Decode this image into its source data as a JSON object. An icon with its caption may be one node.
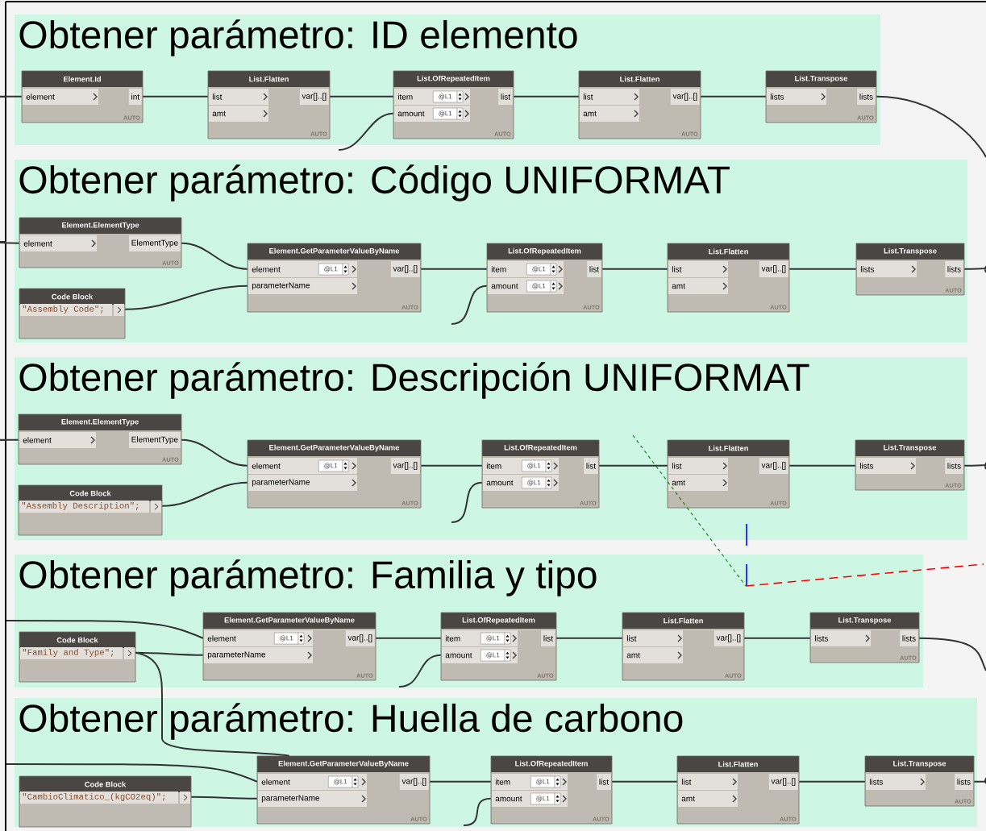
{
  "diagram": {
    "nodes": [
      {
        "text": [
          "Obtener parámetro: ID elemento"
        ]
      },
      {
        "text": [
          "Element.Id",
          "element",
          "int",
          "AUTO"
        ],
        "in": 0
      },
      {
        "text": [
          "List.Flatten",
          "list",
          "var[]..[]",
          "amt",
          "AUTO"
        ],
        "in": 0
      },
      {
        "text": [
          "List.OfRepeatedItem",
          "item",
          "@L1",
          "list",
          "amount",
          "@L1",
          "AUTO"
        ],
        "in": 0
      },
      {
        "text": [
          "List.Flatten",
          "list",
          "var[]..[]",
          "amt",
          "AUTO"
        ],
        "in": 0
      },
      {
        "text": [
          "List.Transpose",
          "lists",
          "lists",
          "AUTO"
        ],
        "in": 0
      },
      {
        "text": [
          "Obtener parámetro: Código UNIFORMAT"
        ]
      },
      {
        "text": [
          "Element.ElementType",
          "element",
          "ElementType",
          "AUTO"
        ],
        "in": 6
      },
      {
        "text": [
          "Code Block",
          "\"Assembly Code\";"
        ],
        "in": 6
      },
      {
        "text": [
          "Element.GetParameterValueByName",
          "element",
          "@L1",
          "var[]..[]",
          "parameterName",
          "AUTO"
        ],
        "in": 6
      },
      {
        "text": [
          "List.OfRepeatedItem",
          "item",
          "@L1",
          "list",
          "amount",
          "@L1",
          "AUTO"
        ],
        "in": 6
      },
      {
        "text": [
          "List.Flatten",
          "list",
          "var[]..[]",
          "amt",
          "AUTO"
        ],
        "in": 6
      },
      {
        "text": [
          "List.Transpose",
          "lists",
          "lists",
          "AUTO"
        ],
        "in": 6
      },
      {
        "text": [
          "Obtener parámetro: Descripción UNIFORMAT"
        ]
      },
      {
        "text": [
          "Element.ElementType",
          "element",
          "ElementType",
          "AUTO"
        ],
        "in": 13
      },
      {
        "text": [
          "Code Block",
          "\"Assembly Description\";"
        ],
        "in": 13
      },
      {
        "text": [
          "Element.GetParameterValueByName",
          "element",
          "@L1",
          "var[]..[]",
          "parameterName",
          "AUTO"
        ],
        "in": 13
      },
      {
        "text": [
          "List.OfRepeatedItem",
          "item",
          "@L1",
          "list",
          "amount",
          "@L1",
          "AUTO"
        ],
        "in": 13
      },
      {
        "text": [
          "List.Flatten",
          "list",
          "var[]..[]",
          "amt",
          "AUTO"
        ],
        "in": 13
      },
      {
        "text": [
          "List.Transpose",
          "lists",
          "lists",
          "AUTO"
        ],
        "in": 13
      },
      {
        "text": [
          "Obtener parámetro: Familia y tipo"
        ]
      },
      {
        "text": [
          "Code Block",
          "\"Family and Type\";"
        ],
        "in": 20
      },
      {
        "text": [
          "Element.GetParameterValueByName",
          "element",
          "@L1",
          "var[]..[]",
          "parameterName",
          "AUTO"
        ],
        "in": 20
      },
      {
        "text": [
          "List.OfRepeatedItem",
          "item",
          "@L1",
          "list",
          "amount",
          "@L1",
          "AUTO"
        ],
        "in": 20
      },
      {
        "text": [
          "List.Flatten",
          "list",
          "var[]..[]",
          "amt",
          "AUTO"
        ],
        "in": 20
      },
      {
        "text": [
          "List.Transpose",
          "lists",
          "lists",
          "AUTO"
        ],
        "in": 20
      },
      {
        "text": [
          "Obtener parámetro: Huella de carbono"
        ]
      },
      {
        "text": [
          "Code Block",
          "\"CambioClimatico_(kgCO2eq)\";"
        ],
        "in": 26
      },
      {
        "text": [
          "Element.GetParameterValueByName",
          "element",
          "@L1",
          "var[]..[]",
          "parameterName",
          "AUTO"
        ],
        "in": 26
      },
      {
        "text": [
          "List.OfRepeatedItem",
          "item",
          "@L1",
          "list",
          "amount",
          "@L1",
          "AUTO"
        ],
        "in": 26
      },
      {
        "text": [
          "List.Flatten",
          "list",
          "var[]..[]",
          "amt",
          "AUTO"
        ],
        "in": 26
      },
      {
        "text": [
          "List.Transpose",
          "lists",
          "lists",
          "AUTO"
        ],
        "in": 26
      }
    ],
    "edges": [
      {
        "from": null,
        "to": 1,
        "arrow": "none"
      },
      {
        "from": 1,
        "to": 2,
        "arrow": "none"
      },
      {
        "from": 2,
        "to": 3,
        "arrow": "none"
      },
      {
        "from": null,
        "to": 3,
        "arrow": "none"
      },
      {
        "from": 3,
        "to": 4,
        "arrow": "none"
      },
      {
        "from": 4,
        "to": 5,
        "arrow": "none"
      },
      {
        "from": 5,
        "to": null,
        "arrow": "none"
      },
      {
        "from": null,
        "to": 7,
        "arrow": "none"
      },
      {
        "from": 7,
        "to": 9,
        "arrow": "none"
      },
      {
        "from": 8,
        "to": 9,
        "arrow": "none"
      },
      {
        "from": 9,
        "to": 10,
        "arrow": "none"
      },
      {
        "from": null,
        "to": 10,
        "arrow": "none"
      },
      {
        "from": 10,
        "to": 11,
        "arrow": "none"
      },
      {
        "from": 11,
        "to": 12,
        "arrow": "none"
      },
      {
        "from": 12,
        "to": null,
        "arrow": "none"
      },
      {
        "from": null,
        "to": 14,
        "arrow": "none"
      },
      {
        "from": 14,
        "to": 16,
        "arrow": "none"
      },
      {
        "from": 15,
        "to": 16,
        "arrow": "none"
      },
      {
        "from": 16,
        "to": 17,
        "arrow": "none"
      },
      {
        "from": null,
        "to": 17,
        "arrow": "none"
      },
      {
        "from": 17,
        "to": 18,
        "arrow": "none"
      },
      {
        "from": 18,
        "to": 19,
        "arrow": "none"
      },
      {
        "from": 19,
        "to": null,
        "arrow": "none"
      },
      {
        "from": null,
        "to": 22,
        "arrow": "none"
      },
      {
        "from": 21,
        "to": 22,
        "arrow": "none"
      },
      {
        "from": 22,
        "to": 23,
        "arrow": "none"
      },
      {
        "from": null,
        "to": 23,
        "arrow": "none"
      },
      {
        "from": 23,
        "to": 24,
        "arrow": "none"
      },
      {
        "from": 24,
        "to": 25,
        "arrow": "none"
      },
      {
        "from": 25,
        "to": null,
        "arrow": "none"
      },
      {
        "from": 21,
        "to": 28,
        "arrow": "none"
      },
      {
        "from": null,
        "to": 28,
        "arrow": "none"
      },
      {
        "from": 27,
        "to": 28,
        "arrow": "none"
      },
      {
        "from": 28,
        "to": 29,
        "arrow": "none"
      },
      {
        "from": null,
        "to": 29,
        "arrow": "none"
      },
      {
        "from": 29,
        "to": 30,
        "arrow": "none"
      },
      {
        "from": 30,
        "to": 31,
        "arrow": "none"
      },
      {
        "from": 31,
        "to": null,
        "arrow": "none"
      }
    ]
  }
}
